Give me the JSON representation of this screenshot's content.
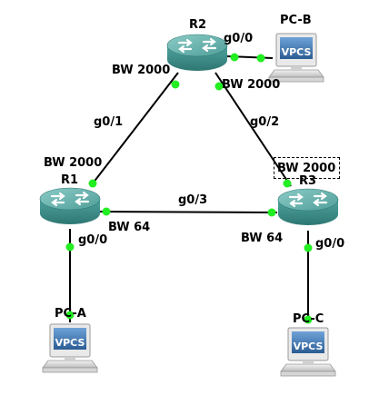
{
  "nodes": {
    "r1": {
      "name": "R1",
      "type": "router"
    },
    "r2": {
      "name": "R2",
      "type": "router"
    },
    "r3": {
      "name": "R3",
      "type": "router"
    },
    "pc_a": {
      "name": "PC-A",
      "type": "vpcs",
      "badge": "VPCS"
    },
    "pc_b": {
      "name": "PC-B",
      "type": "vpcs",
      "badge": "VPCS"
    },
    "pc_c": {
      "name": "PC-C",
      "type": "vpcs",
      "badge": "VPCS"
    }
  },
  "labels": {
    "r2_g00": "g0/0",
    "r2_bw_left": "BW 2000",
    "r2_bw_right": "BW 2000",
    "r1_g01": "g0/1",
    "r3_g02": "g0/2",
    "r1_bw_top": "BW 2000",
    "r3_bw_top": "BW 2000",
    "g03": "g0/3",
    "r1_bw_right": "BW 64",
    "r3_bw_left": "BW 64",
    "r1_g00": "g0/0",
    "r3_g00": "g0/0"
  },
  "colors": {
    "router_body": "#3a8f8a",
    "router_top": "#68b3ae",
    "link": "#000000",
    "port_dot": "#22ee22",
    "screen": "#3a6ea5"
  }
}
